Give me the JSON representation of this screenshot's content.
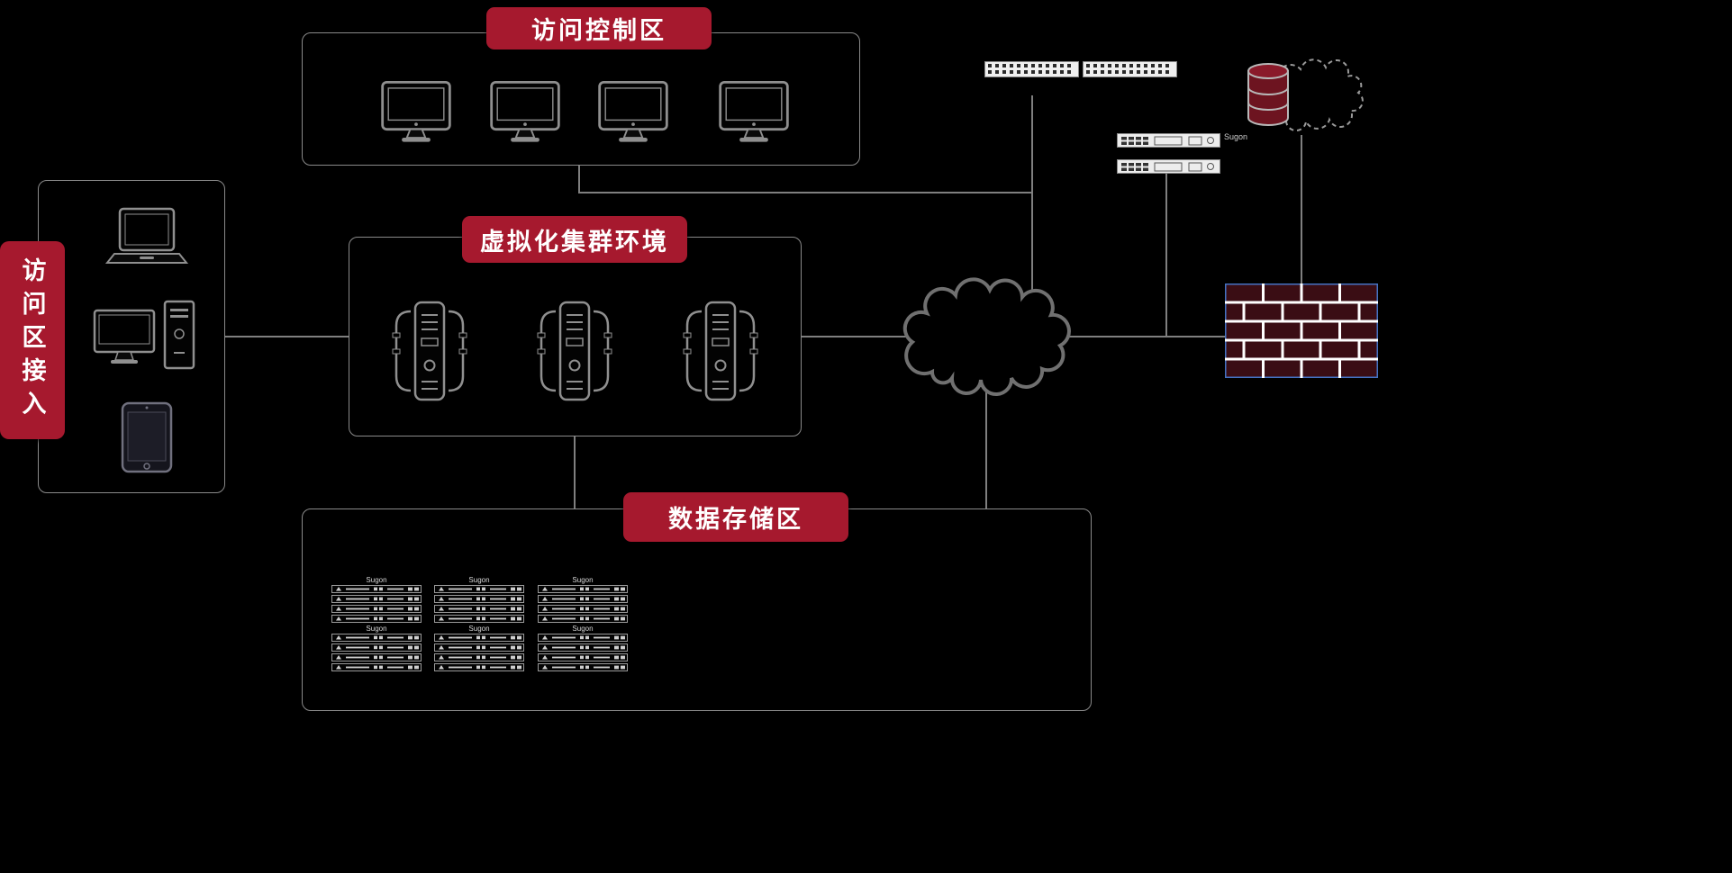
{
  "title": "network-architecture-diagram",
  "zones": {
    "access_control": {
      "label": "访问控制区"
    },
    "virtualization": {
      "label": "虚拟化集群环境"
    },
    "data_storage": {
      "label": "数据存储区"
    },
    "access_entry": {
      "label": "访问区接入"
    }
  },
  "labels": {
    "sugon": "Sugon"
  },
  "counts": {
    "access_control_terminals": 4,
    "access_entry_devices": 3,
    "virtualization_servers": 3,
    "storage_array_groups": 6,
    "network_switches": 2,
    "rack_servers": 2
  },
  "colors": {
    "background": "#000000",
    "banner": "#A6192E",
    "banner_text": "#FFFFFF",
    "connector": "#7F7F7F",
    "zone_border": "#8A8A8A",
    "firewall_border": "#4472C4",
    "firewall_brick": "#3A0D14",
    "firewall_mortar": "#FFFFFF",
    "database": "#6D1420"
  }
}
